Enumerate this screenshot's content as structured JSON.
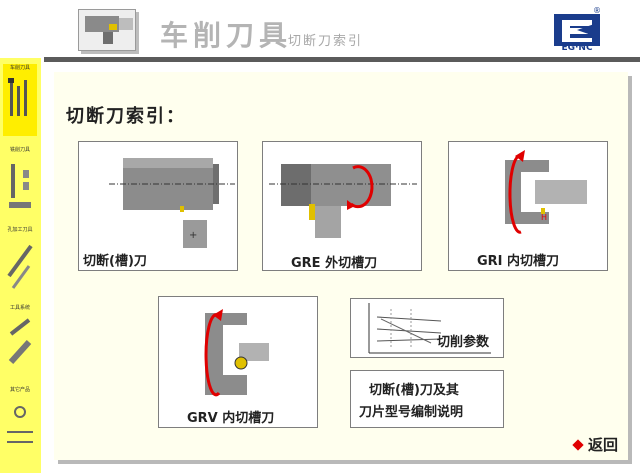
{
  "header": {
    "title": "车削刀具",
    "subtitle": "切断刀索引"
  },
  "logo": {
    "text": "EG·NC",
    "reg": "®",
    "color": "#1a3c8c"
  },
  "sidebar": {
    "items": [
      {
        "label": "车削刀具"
      },
      {
        "label": "铣削刀具"
      },
      {
        "label": "孔加工刀具"
      },
      {
        "label": "工具系统"
      },
      {
        "label": "其它产品"
      }
    ]
  },
  "main": {
    "title": "切断刀索引："
  },
  "cards": [
    {
      "label": "切断(槽)刀"
    },
    {
      "label": "GRE  外切槽刀"
    },
    {
      "label": "GRI  内切槽刀"
    },
    {
      "label": "GRV  内切槽刀"
    },
    {
      "label": "切削参数"
    },
    {
      "line1": "切断(槽)刀及其",
      "line2": "刀片型号编制说明"
    }
  ],
  "nav": {
    "back": "返回"
  },
  "colors": {
    "sidebar": "#ffff66",
    "panel": "#ffffee",
    "accent": "#e00000"
  }
}
